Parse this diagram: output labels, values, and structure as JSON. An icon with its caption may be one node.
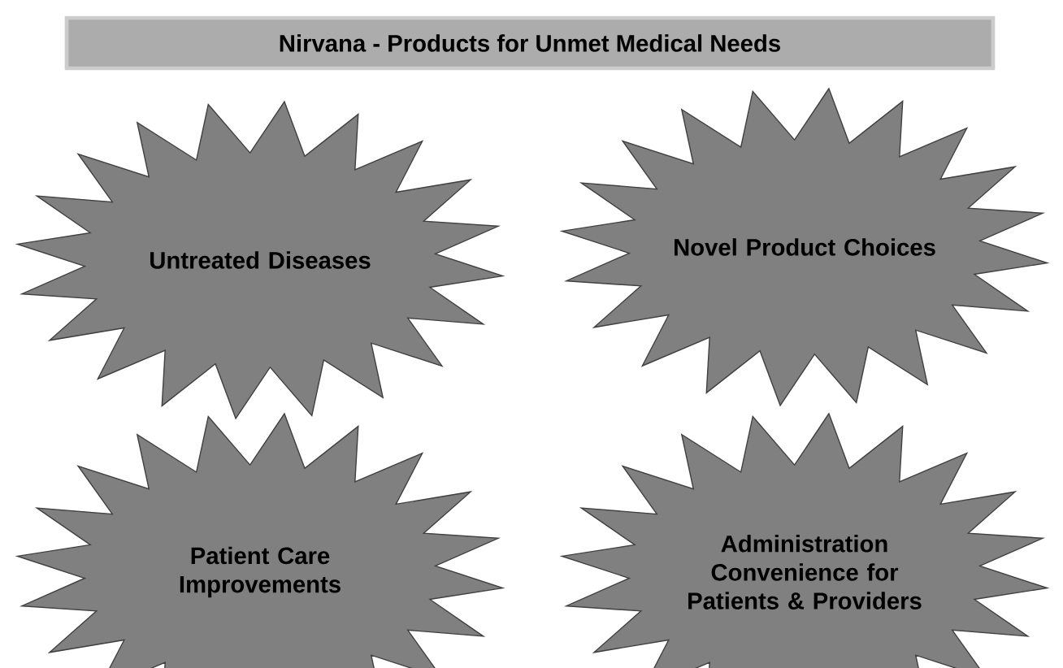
{
  "diagram": {
    "title": "Nirvana - Products for Unmet Medical Needs",
    "nodes": [
      {
        "text": [
          "Untreated Diseases"
        ]
      },
      {
        "text": [
          "Novel Product Choices"
        ]
      },
      {
        "text": [
          "Patient Care Improvements"
        ]
      },
      {
        "text": [
          "Administration Convenience for Patients & Providers"
        ]
      }
    ]
  }
}
